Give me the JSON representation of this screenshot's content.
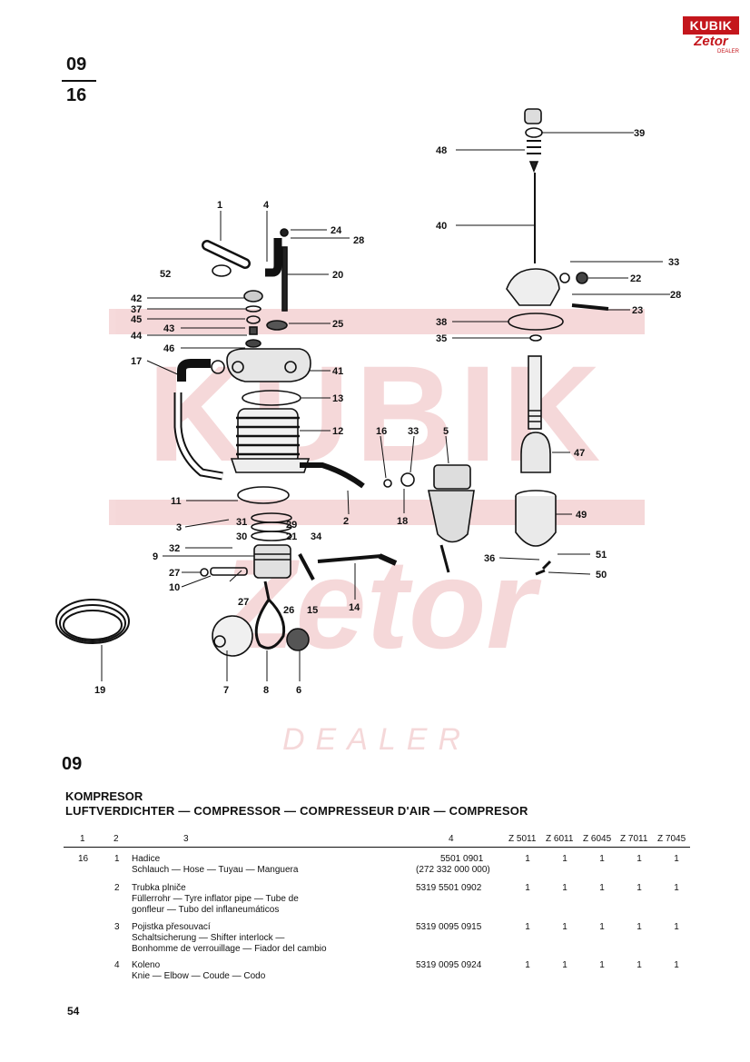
{
  "page": {
    "group_top": "09",
    "group_bottom": "16",
    "logo_top": "KUBIK",
    "logo_bottom": "Zetor",
    "logo_sub": "DEALER",
    "watermark_top": "KUBIK",
    "watermark_mid": "Zetor",
    "watermark_bottom": "DEALER",
    "page_number": "54"
  },
  "section": {
    "number": "09",
    "title": "KOMPRESOR",
    "subtitle": "LUFTVERDICHTER — COMPRESSOR — COMPRESSEUR D'AIR — COMPRESOR"
  },
  "diagram_labels": [
    "1",
    "2",
    "3",
    "4",
    "5",
    "6",
    "7",
    "8",
    "9",
    "10",
    "11",
    "12",
    "13",
    "14",
    "15",
    "16",
    "17",
    "18",
    "19",
    "20",
    "21",
    "22",
    "23",
    "24",
    "25",
    "26",
    "27",
    "28",
    "29",
    "30",
    "31",
    "32",
    "33",
    "34",
    "35",
    "36",
    "37",
    "38",
    "39",
    "40",
    "41",
    "42",
    "43",
    "44",
    "45",
    "46",
    "47",
    "48",
    "49",
    "50",
    "51",
    "52"
  ],
  "table": {
    "headers": [
      "1",
      "2",
      "3",
      "4",
      "Z 5011",
      "Z 6011",
      "Z 6045",
      "Z 7011",
      "Z 7045"
    ],
    "rows": [
      {
        "fig": "16",
        "pos": "1",
        "desc": "Hadice",
        "desc2": "Schlauch — Hose — Tuyau — Manguera",
        "desc3": "",
        "part": "5501 0901",
        "part2": "(272 332 000 000)",
        "q": [
          "1",
          "1",
          "1",
          "1",
          "1"
        ]
      },
      {
        "fig": "",
        "pos": "2",
        "desc": "Trubka plniče",
        "desc2": "Füllerrohr — Tyre inflator pipe — Tube de",
        "desc3": "gonfleur — Tubo del inflaneumáticos",
        "part": "5319 5501 0902",
        "part2": "",
        "q": [
          "1",
          "1",
          "1",
          "1",
          "1"
        ]
      },
      {
        "fig": "",
        "pos": "3",
        "desc": "Pojistka přesouvací",
        "desc2": "Schaltsicherung — Shifter interlock —",
        "desc3": "Bonhomme de verrouillage — Fiador del cambio",
        "part": "5319 0095 0915",
        "part2": "",
        "q": [
          "1",
          "1",
          "1",
          "1",
          "1"
        ]
      },
      {
        "fig": "",
        "pos": "4",
        "desc": "Koleno",
        "desc2": "Knie — Elbow — Coude — Codo",
        "desc3": "",
        "part": "5319 0095 0924",
        "part2": "",
        "q": [
          "1",
          "1",
          "1",
          "1",
          "1"
        ]
      }
    ]
  }
}
